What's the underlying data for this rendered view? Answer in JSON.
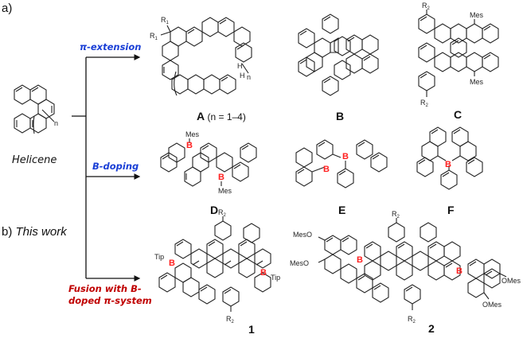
{
  "panel_a": {
    "label": "a)",
    "start_compound": {
      "name": "Helicene",
      "repeat_index": "n"
    },
    "routes": [
      {
        "id": "pi-extension",
        "label": "π-extension",
        "color": "#1a3fd6"
      },
      {
        "id": "b-doping",
        "label": "B-doping",
        "color": "#1a3fd6"
      }
    ],
    "compounds_pi_extension": [
      {
        "id": "A",
        "label": "A",
        "note": "(n = 1–4)",
        "substituents": [
          "R1",
          "R1",
          "H",
          "H"
        ],
        "repeat_index": "n"
      },
      {
        "id": "B",
        "label": "B",
        "substituents": []
      },
      {
        "id": "C",
        "label": "C",
        "substituents": [
          "R2",
          "Mes",
          "Mes",
          "R2"
        ]
      }
    ],
    "compounds_b_doping": [
      {
        "id": "D",
        "label": "D",
        "substituents": [
          "Mes",
          "B",
          "B",
          "Mes"
        ]
      },
      {
        "id": "E",
        "label": "E",
        "substituents": [
          "B",
          "B"
        ]
      },
      {
        "id": "F",
        "label": "F",
        "substituents": [
          "B"
        ]
      }
    ]
  },
  "panel_b": {
    "label_prefix": "b)",
    "label_text": "This work",
    "route": {
      "id": "fusion",
      "label_line1": "Fusion with B-",
      "label_line2": "doped π-system",
      "color": "#c00000"
    },
    "compounds": [
      {
        "id": "1",
        "label": "1",
        "substituents": [
          "R2",
          "Tip",
          "B",
          "B",
          "Tip",
          "R2"
        ]
      },
      {
        "id": "2",
        "label": "2",
        "substituents": [
          "MesO",
          "MesO",
          "R2",
          "B",
          "B",
          "OMes",
          "OMes",
          "R2"
        ]
      }
    ]
  },
  "atoms": {
    "R1": "R",
    "R1_sub": "1",
    "R2": "R",
    "R2_sub": "2",
    "H": "H",
    "n": "n",
    "Mes": "Mes",
    "Tip": "Tip",
    "B": "B",
    "MesO": "MesO",
    "OMes": "OMes"
  },
  "colors": {
    "blue_label": "#1a3fd6",
    "red_label": "#c00000",
    "boron": "#ff2020",
    "bond": "#222222"
  }
}
